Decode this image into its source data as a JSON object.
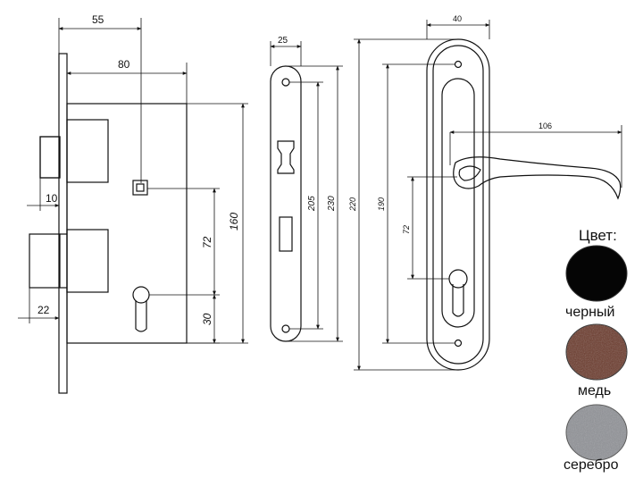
{
  "lock_body": {
    "dims": {
      "backset": "55",
      "body_width": "80",
      "faceplate_offset": "10",
      "deadbolt_offset": "22",
      "center_distance": "72",
      "cylinder_drop": "30",
      "body_height": "160"
    }
  },
  "faceplate": {
    "dims": {
      "width": "25",
      "hole_spacing": "205",
      "length": "230"
    }
  },
  "handle_plate": {
    "dims": {
      "width": "40",
      "lever_length": "106",
      "center_distance": "72",
      "hole_spacing": "190",
      "length": "220"
    }
  },
  "legend": {
    "title": "Цвет:",
    "colors": [
      {
        "name": "черный",
        "hex": "#050505"
      },
      {
        "name": "медь",
        "hex": "#6b3a2c"
      },
      {
        "name": "серебро",
        "hex": "#8f9196"
      }
    ]
  }
}
